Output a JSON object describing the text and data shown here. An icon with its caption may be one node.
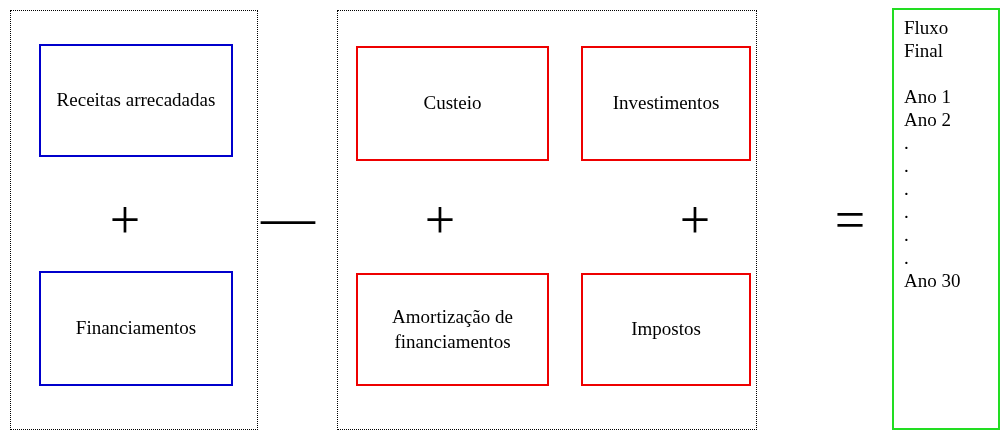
{
  "diagram": {
    "nodes": [
      {
        "text": [],
        "shape": "box"
      },
      {
        "text": [
          "Receitas arrecadadas"
        ],
        "in": 0
      },
      {
        "text": [
          "Financiamentos"
        ],
        "in": 0
      },
      {
        "text": [],
        "shape": "box"
      },
      {
        "text": [
          "Custeio"
        ],
        "in": 3
      },
      {
        "text": [
          "Investimentos"
        ],
        "in": 3
      },
      {
        "text": [
          "Amortização de financiamentos"
        ],
        "in": 3
      },
      {
        "text": [
          "Impostos"
        ],
        "in": 3
      },
      {
        "text": [
          "Fluxo Final",
          "Ano 1",
          "Ano 2",
          ".",
          ".",
          ".",
          ".",
          ".",
          ".",
          "Ano 30"
        ]
      }
    ],
    "edges": [],
    "labels": [
      "+",
      "—",
      "+",
      "+",
      "="
    ]
  }
}
